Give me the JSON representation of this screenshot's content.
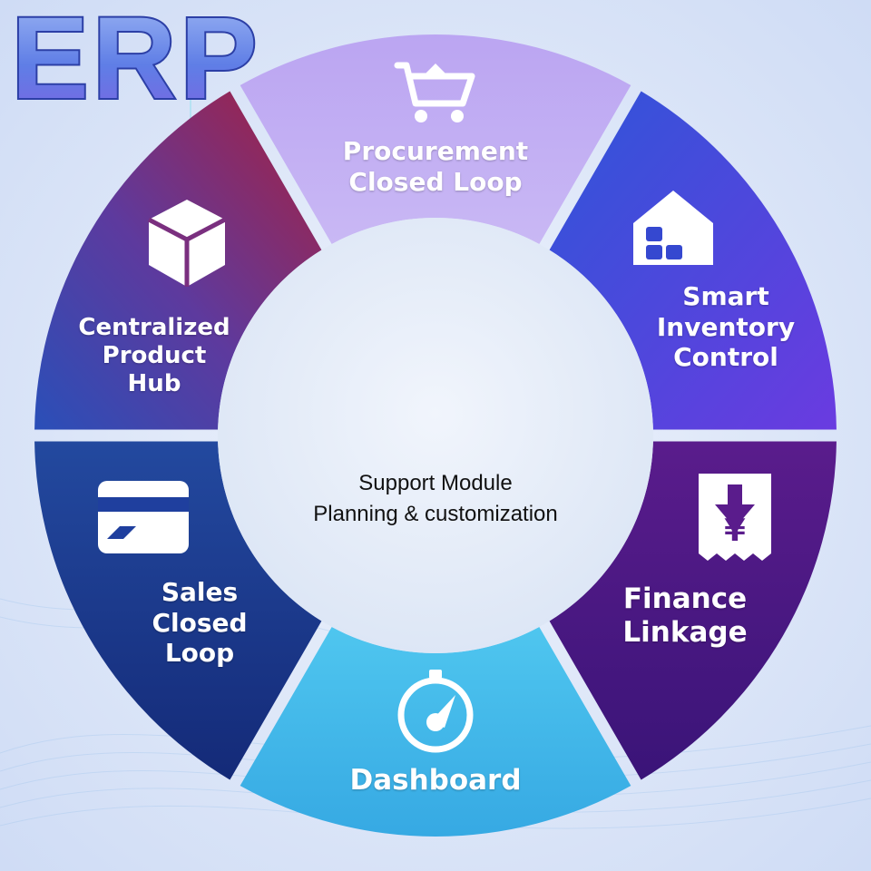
{
  "center": {
    "title": "ERP",
    "subtitle_lines": [
      "Support Module",
      "Planning & customization"
    ]
  },
  "segments": [
    {
      "key": "procurement",
      "lines": [
        "Procurement",
        "Closed Loop"
      ],
      "icon": "shopping-cart-icon"
    },
    {
      "key": "inventory",
      "lines": [
        "Smart",
        "Inventory",
        "Control"
      ],
      "icon": "warehouse-icon"
    },
    {
      "key": "finance",
      "lines": [
        "Finance",
        "Linkage"
      ],
      "icon": "yen-receipt-icon"
    },
    {
      "key": "dashboard",
      "lines": [
        "Dashboard"
      ],
      "icon": "speedometer-icon"
    },
    {
      "key": "sales",
      "lines": [
        "Sales",
        "Closed",
        "Loop"
      ],
      "icon": "credit-card-icon"
    },
    {
      "key": "product",
      "lines": [
        "Centralized",
        "Product",
        "Hub"
      ],
      "icon": "box-icon"
    }
  ],
  "colors": {
    "background": "#dde8f8",
    "procurement": "#b9a6f0",
    "inventory": "#5a3fd6",
    "finance": "#5c1f8f",
    "dashboard": "#3fb7e8",
    "sales": "#1f3f9e",
    "product": "#8a2a6a",
    "center": "#e3ebf8"
  }
}
